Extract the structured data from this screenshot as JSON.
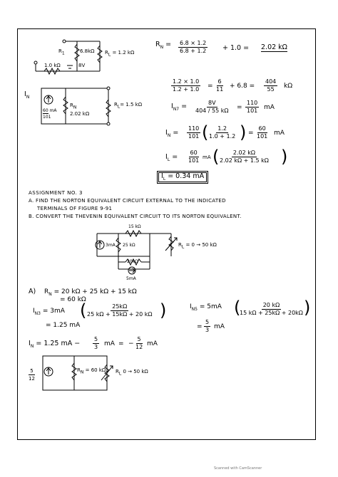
{
  "circuit1": {
    "r1": "R",
    "r1_sub": "1",
    "r1_value": "6.8kΩ",
    "rl": "R",
    "rl_sub": "L",
    "rl_value": "= 1.2 kΩ",
    "r_bottom": "1.0 kΩ",
    "source": "8V"
  },
  "eq_rn": {
    "lhs": "R",
    "lhs_sub": "N",
    "num": "6.8 × 1.2",
    "den": "6.8 + 1.2",
    "plus": "+ 1.0 =",
    "result": "2.02 kΩ"
  },
  "eq_step": {
    "f1_num": "1.2 × 1.0",
    "f1_den": "1.2 + 1.0",
    "eq1": "=",
    "f2_num": "6",
    "f2_den": "11",
    "plus": "+ 6.8 =",
    "f3_num": "404",
    "f3_den": "55",
    "unit": "kΩ"
  },
  "eq_int": {
    "lhs": "I",
    "lhs_sub": "N7",
    "eq": "=",
    "num": "8V",
    "den": "404 / 55 kΩ",
    "eq2": "=",
    "r_num": "110",
    "r_den": "101",
    "unit": "mA"
  },
  "norton1": {
    "in_label": "I",
    "in_sub": "N",
    "source_num": "60",
    "source_unit": "mA",
    "source_den": "101",
    "rn": "R",
    "rn_sub": "N",
    "rn_value": "2.02 kΩ",
    "rl": "R",
    "rl_sub": "L",
    "rl_value": "= 1.5 kΩ"
  },
  "eq_in": {
    "lhs": "I",
    "lhs_sub": "N",
    "eq": "=",
    "f1_num": "110",
    "f1_den": "101",
    "f2_num": "1.2",
    "f2_den": "1.0 + 1.2",
    "eq2": "=",
    "f3_num": "60",
    "f3_den": "101",
    "unit": "mA"
  },
  "eq_il": {
    "lhs": "I",
    "lhs_sub": "L",
    "eq": "=",
    "f1_num": "60",
    "f1_den": "101",
    "unit": "mA",
    "f2_num": "2.02 kΩ",
    "f2_den": "2.02 kΩ + 1.5 kΩ"
  },
  "il_result": {
    "lhs": "I",
    "lhs_sub": "L",
    "rhs": "= 0.34 mA"
  },
  "assignment": {
    "title": "ASSIGNMENT NO. 3",
    "line_a": "A. FIND THE NORTON EQUIVALENT CIRCUIT EXTERNAL TO THE INDICATED",
    "line_a2": "TERMINALS OF FIGURE 9-91",
    "line_b": "B. CONVERT THE THEVENIN EQUIVALENT CIRCUIT TO ITS NORTON EQUIVALENT."
  },
  "circuit2": {
    "r_top": "15 kΩ",
    "source1": "3mA",
    "r_mid": "25 kΩ",
    "rl": "R",
    "rl_sub": "L",
    "rl_value": "= 0 → 50 kΩ",
    "r_bottom": "20kΩ",
    "source2": "5mA"
  },
  "sol_a": {
    "label": "A)",
    "rn": "R",
    "rn_sub": "N",
    "rn_expr": "= 20 kΩ + 25 kΩ + 15 kΩ",
    "rn_result": "= 60 kΩ",
    "in3": "I",
    "in3_sub": "N3",
    "in3_eq": "= 3mA",
    "in3_num": "25kΩ",
    "in3_den": "25 kΩ + 15kΩ + 20 kΩ",
    "in3_result": "= 1.25 mA",
    "ins": "I",
    "ins_sub": "N5",
    "ins_eq": "= 5mA",
    "ins_num": "20 kΩ",
    "ins_den": "15 kΩ + 25kΩ + 20kΩ",
    "ins_r_eq": "=",
    "ins_r_num": "5",
    "ins_r_den": "3",
    "ins_r_unit": "mA"
  },
  "sol_in": {
    "lhs": "I",
    "lhs_sub": "N",
    "expr": "= 1.25 mA −",
    "f1_num": "5",
    "f1_den": "3",
    "unit1": "mA",
    "eq": "=",
    "neg": "−",
    "f2_num": "5",
    "f2_den": "12",
    "unit2": "mA"
  },
  "norton2": {
    "src_num": "5",
    "src_den": "12",
    "rn": "R",
    "rn_sub": "N",
    "rn_value": "= 60 kΩ",
    "rl": "R",
    "rl_sub": "L",
    "rl_value": "0 → 50 kΩ"
  },
  "footer": "Scanned with CamScanner"
}
